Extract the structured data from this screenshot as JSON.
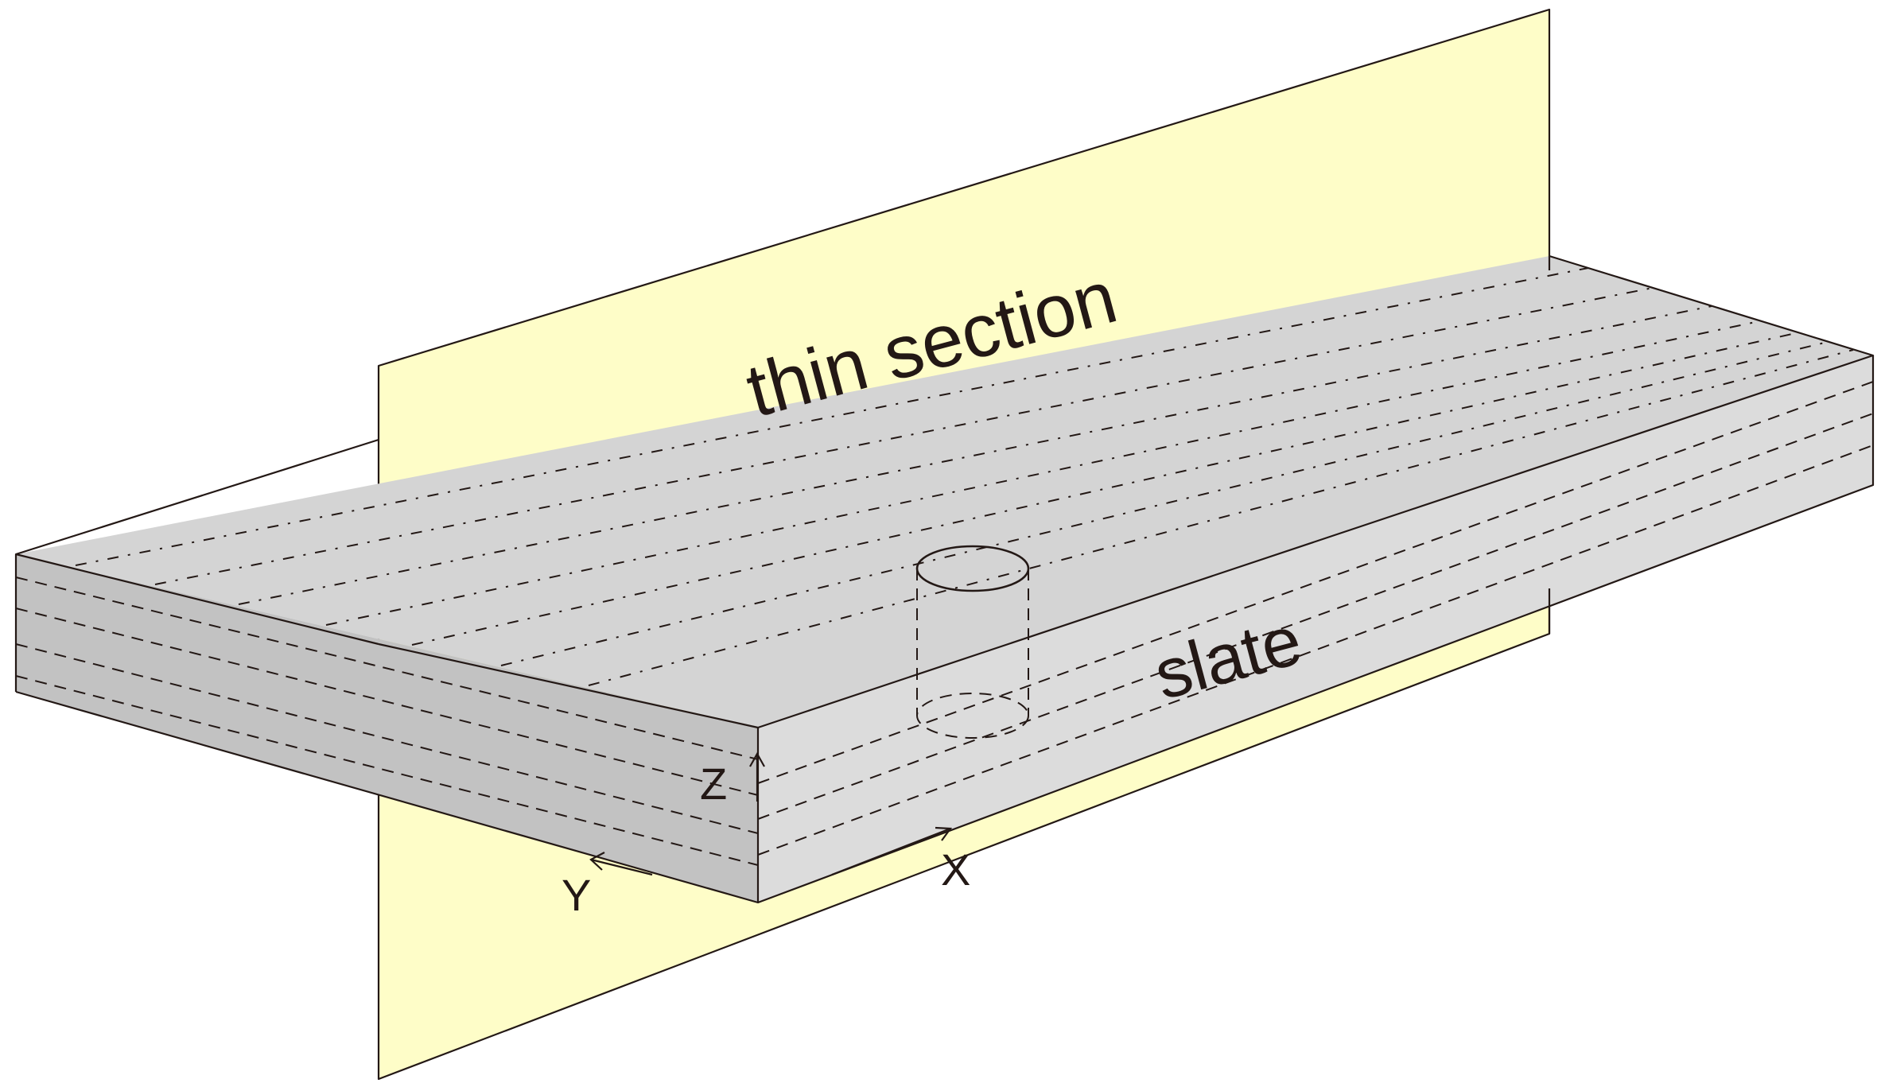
{
  "labels": {
    "thin_section": "thin section",
    "slate": "slate",
    "axis_x": "X",
    "axis_y": "Y",
    "axis_z": "Z"
  },
  "colors": {
    "thin_section_plane": "#fefdc8",
    "slab_top": "#d4d4d4",
    "slab_front": "#c2c2c2",
    "slab_side": "#dcdcdc",
    "line": "#231815"
  }
}
